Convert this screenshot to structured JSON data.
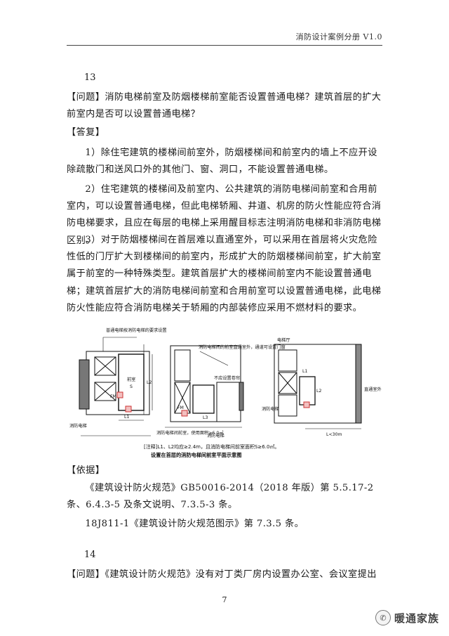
{
  "header": {
    "title": "消防设计案例分册 V1.0"
  },
  "case13": {
    "number": "13",
    "question": "【问题】消防电梯前室及防烟楼梯前室能否设置普通电梯？建筑首层的扩大前室内是否可以设置普通电梯？",
    "answer_label": "【答复】",
    "a1": "1）除住宅建筑的楼梯间前室外，防烟楼梯间和前室内的墙上不应开设除疏散门和送风口外的其他门、窗、洞口，不能设置普通电梯。",
    "a2": "2）住宅建筑的楼梯间及前室内、公共建筑的消防电梯间前室和合用前室内，可以设置普通电梯，但此电梯轿厢、井道、机房的防火性能应符合消防电梯要求，且应在每层的电梯上采用醒目标志注明消防电梯和非消防电梯区别。",
    "a3": "3）对于防烟楼梯间在首层难以直通室外，可以采用在首层将火灾危险性低的门厅扩大到楼梯间的前室内，形成扩大的防烟楼梯间前室，扩大前室属于前室的一种特殊类型。建筑首层扩大的楼梯间前室内不能设置普通电梯；建筑首层扩大的消防电梯间前室和合用前室可以设置普通电梯，此电梯防火性能应符合消防电梯关于轿厢的内部装修应采用不燃材料的要求。",
    "basis_label": "【依据】",
    "basis1": "《建筑设计防火规范》GB50016-2014（2018 年版）第 5.5.17-2 条、6.4.3-5 及条文说明、7.3.5-3 条。",
    "basis2": "18J811-1《建筑设计防火规范图示》第 7.3.5 条。"
  },
  "figure": {
    "note_general": "普通电梯按消防电梯的要求设置",
    "front_room": "前室",
    "s_label": "S",
    "fm_label": "FM",
    "l1": "L1",
    "l2": "L2",
    "l3": "L3",
    "fire_elevator": "消防电梯",
    "fire_elevator_2": "消防电梯",
    "fire_elevator_3": "消防电梯",
    "front_room_extended": "消防电梯间前室，使用面积≥6.0㎡",
    "note_mid": "消防电梯间的前室直通室外，通道可设置门窗",
    "no_roller": "不应设置卷帘",
    "elevator_hall": "电梯厅",
    "direct_out": "直通室外",
    "dist": "L<30m",
    "note_caption": "[注释]L1、L2均应≥2.4m，且消防电梯间前室面积S≥6.0㎡。",
    "figure_title": "设置在首层的消防电梯间前室平面示意图"
  },
  "case14": {
    "number": "14",
    "question": "【问题】《建筑设计防火规范》没有对丁类厂房内设置办公室、会议室提出"
  },
  "footer": {
    "page": "7"
  },
  "watermark": {
    "icon": "wechat-icon",
    "text": "暖通家族"
  }
}
